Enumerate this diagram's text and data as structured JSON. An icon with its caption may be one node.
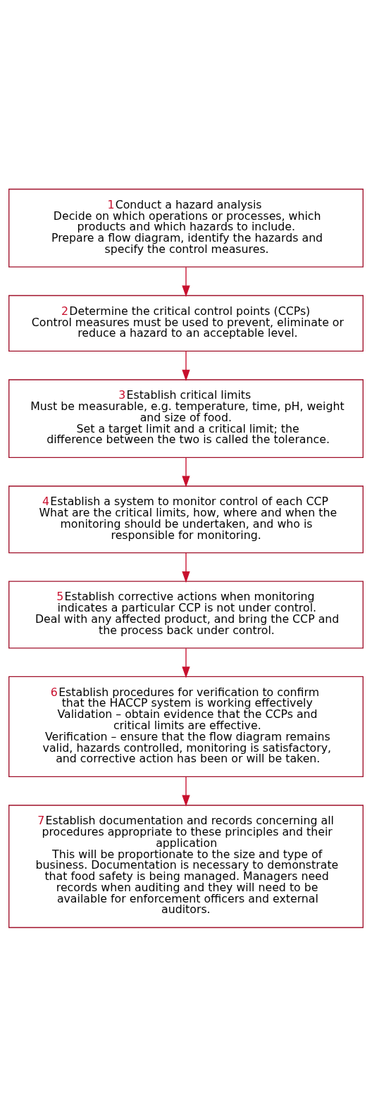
{
  "diagram": {
    "nodes": [
      {
        "text": [
          "1",
          "Conduct a hazard analysis",
          "Decide on which operations or processes, which products and which hazards to include.",
          "Prepare a flow diagram, identify the hazards and specify the control measures."
        ]
      },
      {
        "text": [
          "2",
          "Determine the critical control points (CCPs)",
          "Control measures must be used to prevent, eliminate or reduce a hazard to an acceptable level."
        ]
      },
      {
        "text": [
          "3",
          "Establish critical limits",
          "Must be measurable, e.g. temperature, time, pH, weight and size of food.",
          "Set a target limit and a critical limit; the difference between the two is called the tolerance."
        ]
      },
      {
        "text": [
          "4",
          "Establish a system to monitor control of each CCP",
          "What are the critical limits, how, where and when the monitoring should be undertaken, and who is responsible for monitoring."
        ]
      },
      {
        "text": [
          "5",
          "Establish corrective actions when monitoring indicates a particular CCP is not under control.",
          "Deal with any affected product, and bring the CCP and the process back under control."
        ]
      },
      {
        "text": [
          "6",
          "Establish procedures for verification to confirm that the HACCP system is working effectively",
          "Validation – obtain evidence that the CCPs and critical limits are effective.",
          "Verification – ensure that the flow diagram remains valid, hazards controlled, monitoring is satisfactory, and corrective action has been or will be taken."
        ]
      },
      {
        "text": [
          "7",
          "Establish documentation and records concerning all procedures appropriate to these principles and their application",
          "This will be proportionate to the size and type of business. Documentation is necessary to demonstrate that food safety is being managed. Managers need records when auditing and they will need to be available for enforcement officers and external auditors."
        ]
      }
    ],
    "edges": [
      {
        "from": 0,
        "to": 1,
        "arrow": "to"
      },
      {
        "from": 1,
        "to": 2,
        "arrow": "to"
      },
      {
        "from": 2,
        "to": 3,
        "arrow": "to"
      },
      {
        "from": 3,
        "to": 4,
        "arrow": "to"
      },
      {
        "from": 4,
        "to": 5,
        "arrow": "to"
      },
      {
        "from": 5,
        "to": 6,
        "arrow": "to"
      }
    ]
  }
}
